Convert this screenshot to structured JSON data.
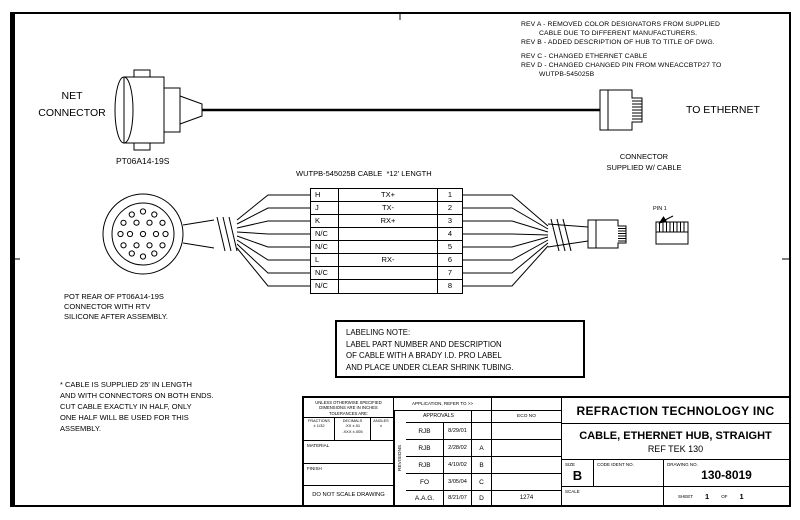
{
  "colors": {
    "ink": "#000000",
    "paper": "#ffffff"
  },
  "rev_notes": [
    "REV A - REMOVED COLOR DESIGNATORS FROM SUPPLIED",
    "CABLE DUE TO DIFFERENT MANUFACTURERS.",
    "REV B - ADDED DESCRIPTION OF HUB TO TITLE OF DWG.",
    "REV C - CHANGED ETHERNET CABLE",
    "REV D - CHANGED CHANGED PIN FROM WNEACCBTP27 TO",
    "WUTPB-545025B"
  ],
  "labels": {
    "net_connector_1": "NET",
    "net_connector_2": "CONNECTOR",
    "to_ethernet": "TO ETHERNET",
    "pt_connector": "PT06A14-19S",
    "cable_spec": "WUTPB-545025B CABLE  *12' LENGTH",
    "connector_supplied_1": "CONNECTOR",
    "connector_supplied_2": "SUPPLIED W/ CABLE",
    "pin1": "PIN 1"
  },
  "pot_note": [
    "POT REAR OF PT06A14-19S",
    "CONNECTOR WITH RTV",
    "SILICONE AFTER ASSEMBLY."
  ],
  "labeling_note": [
    "LABELING NOTE:",
    "LABEL PART NUMBER AND DESCRIPTION",
    "OF CABLE WITH A BRADY I.D. PRO LABEL",
    "AND PLACE UNDER CLEAR SHRINK TUBING."
  ],
  "cable_note": [
    "* CABLE IS SUPPLIED 25' IN LENGTH",
    "AND WITH CONNECTORS ON BOTH ENDS.",
    "CUT CABLE EXACTLY IN HALF, ONLY",
    "ONE HALF WILL BE USED FOR THIS",
    "ASSEMBLY."
  ],
  "wiring_table": {
    "rows": [
      {
        "pin": "H",
        "signal": "TX+",
        "num": "1"
      },
      {
        "pin": "J",
        "signal": "TX-",
        "num": "2"
      },
      {
        "pin": "K",
        "signal": "RX+",
        "num": "3"
      },
      {
        "pin": "N/C",
        "signal": "",
        "num": "4"
      },
      {
        "pin": "N/C",
        "signal": "",
        "num": "5"
      },
      {
        "pin": "L",
        "signal": "RX-",
        "num": "6"
      },
      {
        "pin": "N/C",
        "signal": "",
        "num": "7"
      },
      {
        "pin": "N/C",
        "signal": "",
        "num": "8"
      }
    ]
  },
  "title_block": {
    "tolerance_header": [
      "UNLESS OTHERWISE SPECIFIED",
      "DIMENSIONS ARE IN INCHES",
      "TOLERANCES ARE:"
    ],
    "tol_fractions_label": "FRACTIONS",
    "tol_fractions_value": "± 1/32",
    "tol_decimals_label": "DECIMALS",
    "tol_decimals_value_1": ".XX ±.01",
    "tol_decimals_value_2": ".XXX ±.005",
    "tol_angles_label": "ANGLES",
    "tol_angles_value": "±",
    "material_label": "MATERIAL",
    "finish_label": "FINISH",
    "do_not_scale": "DO NOT SCALE DRAWING",
    "application": "APPLICATION, REFER TO >>",
    "approvals_label": "APPROVALS",
    "revisions_label": "REVISIONS",
    "eco_label": "ECO NO",
    "approvals": [
      {
        "name": "RJB",
        "date": "8/29/01",
        "rev": "",
        "eco": ""
      },
      {
        "name": "RJB",
        "date": "2/28/02",
        "rev": "A",
        "eco": ""
      },
      {
        "name": "RJB",
        "date": "4/10/02",
        "rev": "B",
        "eco": ""
      },
      {
        "name": "FO",
        "date": "3/05/04",
        "rev": "C",
        "eco": ""
      },
      {
        "name": "A.A.G.",
        "date": "8/21/07",
        "rev": "D",
        "eco": "1274"
      }
    ],
    "company": "REFRACTION TECHNOLOGY INC",
    "drawing_title": "CABLE, ETHERNET HUB, STRAIGHT",
    "drawing_subtitle": "REF TEK 130",
    "size_label": "SIZE",
    "size_value": "B",
    "code_ident_label": "CODE IDENT NO.",
    "drawing_no_label": "DRAWING NO.",
    "drawing_no": "130-8019",
    "scale_label": "SCALE",
    "sheet_label": "SHEET",
    "sheet_value": "1",
    "of_label": "OF",
    "of_total": "1"
  }
}
